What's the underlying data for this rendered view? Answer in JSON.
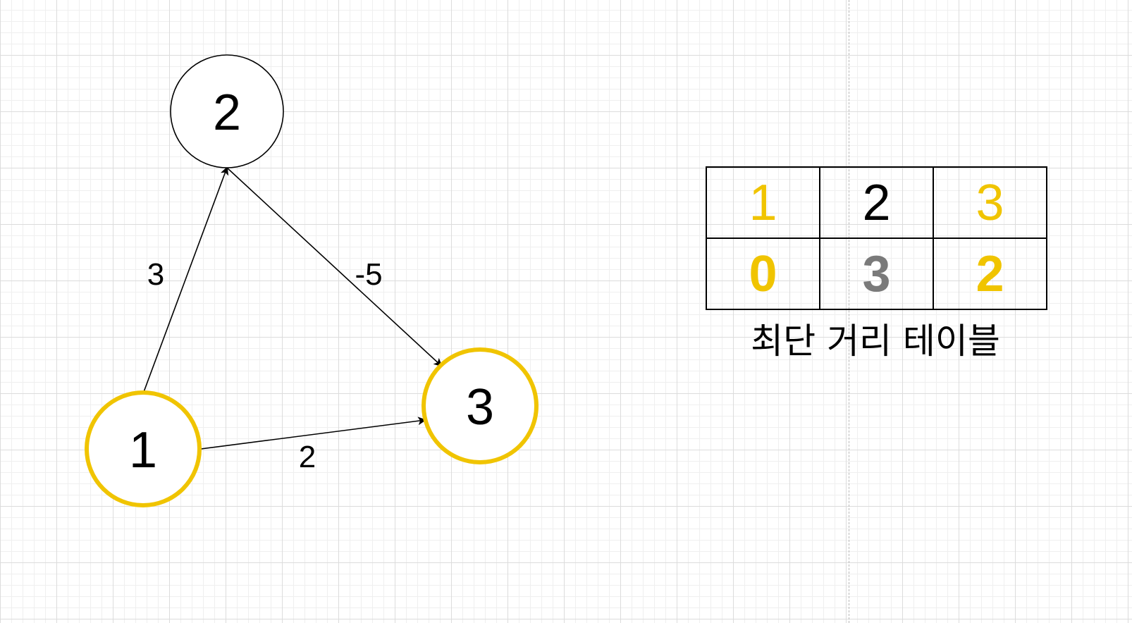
{
  "graph": {
    "nodes": [
      {
        "id": "1",
        "label": "1",
        "highlighted": true
      },
      {
        "id": "2",
        "label": "2",
        "highlighted": false
      },
      {
        "id": "3",
        "label": "3",
        "highlighted": true
      }
    ],
    "edges": [
      {
        "from": "1",
        "to": "2",
        "weight": "3"
      },
      {
        "from": "2",
        "to": "3",
        "weight": "-5"
      },
      {
        "from": "1",
        "to": "3",
        "weight": "2"
      }
    ]
  },
  "distance_table": {
    "header": [
      {
        "text": "1",
        "color": "#f0c400"
      },
      {
        "text": "2",
        "color": "#000000"
      },
      {
        "text": "3",
        "color": "#f0c400"
      }
    ],
    "values": [
      {
        "text": "0",
        "color": "#f0c400"
      },
      {
        "text": "3",
        "color": "#7a7a7a"
      },
      {
        "text": "2",
        "color": "#f0c400"
      }
    ],
    "caption": "최단 거리 테이블"
  },
  "colors": {
    "highlight": "#f0c400",
    "dimmed": "#7a7a7a",
    "default": "#000000"
  }
}
